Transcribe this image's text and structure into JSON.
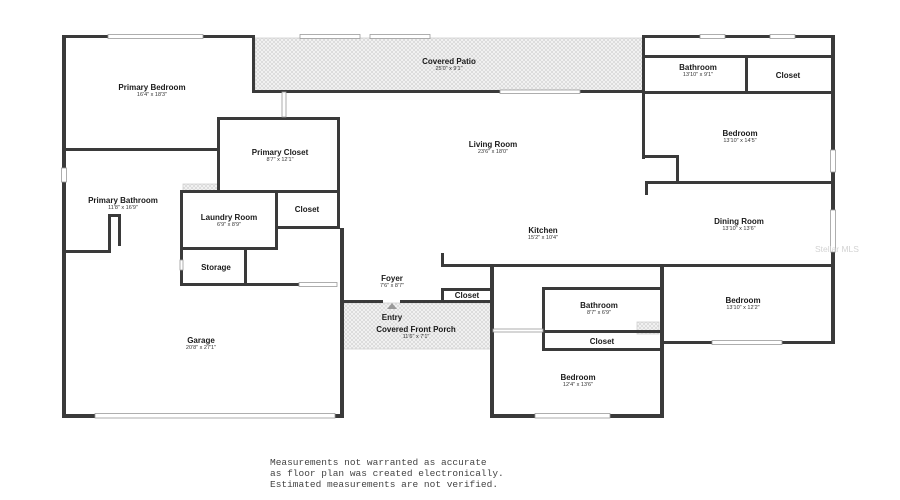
{
  "rooms": {
    "covered_patio": {
      "name": "Covered Patio",
      "dim": "25'0\" x 9'1\""
    },
    "bathroom_top": {
      "name": "Bathroom",
      "dim": "13'10\" x 9'1\""
    },
    "closet_top": {
      "name": "Closet"
    },
    "primary_bedroom": {
      "name": "Primary Bedroom",
      "dim": "16'4\" x 18'3\""
    },
    "primary_closet": {
      "name": "Primary Closet",
      "dim": "8'7\" x 12'1\""
    },
    "living_room": {
      "name": "Living Room",
      "dim": "23'6\" x 18'0\""
    },
    "bedroom_ne": {
      "name": "Bedroom",
      "dim": "13'10\" x 14'5\""
    },
    "primary_bathroom": {
      "name": "Primary Bathroom",
      "dim": "11'8\" x 16'9\""
    },
    "laundry_room": {
      "name": "Laundry Room",
      "dim": "6'9\" x 8'9\""
    },
    "closet_laundry": {
      "name": "Closet"
    },
    "dining_room": {
      "name": "Dining Room",
      "dim": "13'10\" x 13'6\""
    },
    "kitchen": {
      "name": "Kitchen",
      "dim": "15'2\" x 10'4\""
    },
    "storage": {
      "name": "Storage"
    },
    "foyer": {
      "name": "Foyer",
      "dim": "7'6\" x 8'7\""
    },
    "closet_foyer": {
      "name": "Closet"
    },
    "bathroom_mid": {
      "name": "Bathroom",
      "dim": "8'7\" x 6'9\""
    },
    "bedroom_e": {
      "name": "Bedroom",
      "dim": "13'10\" x 12'2\""
    },
    "entry": {
      "name": "Entry"
    },
    "covered_front_porch": {
      "name": "Covered Front Porch",
      "dim": "11'6\" x 7'1\""
    },
    "garage": {
      "name": "Garage",
      "dim": "20'8\" x 27'1\""
    },
    "closet_bedroom_s": {
      "name": "Closet"
    },
    "bedroom_s": {
      "name": "Bedroom",
      "dim": "12'4\" x 13'6\""
    }
  },
  "watermark": "Stellar MLS",
  "disclaimer": [
    "Measurements not warranted as accurate",
    "as floor plan was created electronically.",
    "Estimated measurements are not verified."
  ]
}
